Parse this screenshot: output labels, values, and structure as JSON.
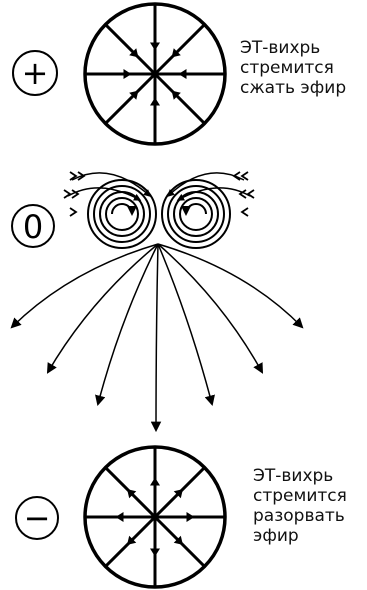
{
  "top_section": {
    "sign": "+",
    "caption_lines": [
      "ЭТ-вихрь",
      "стремится",
      "сжать эфир"
    ],
    "arrows": "inward"
  },
  "middle_section": {
    "sign": "0"
  },
  "bottom_section": {
    "sign": "−",
    "caption_lines": [
      "ЭТ-вихрь",
      "стремится",
      "разорвать",
      "эфир"
    ],
    "arrows": "outward"
  },
  "style": {
    "ink": "#000000",
    "background": "#ffffff"
  }
}
